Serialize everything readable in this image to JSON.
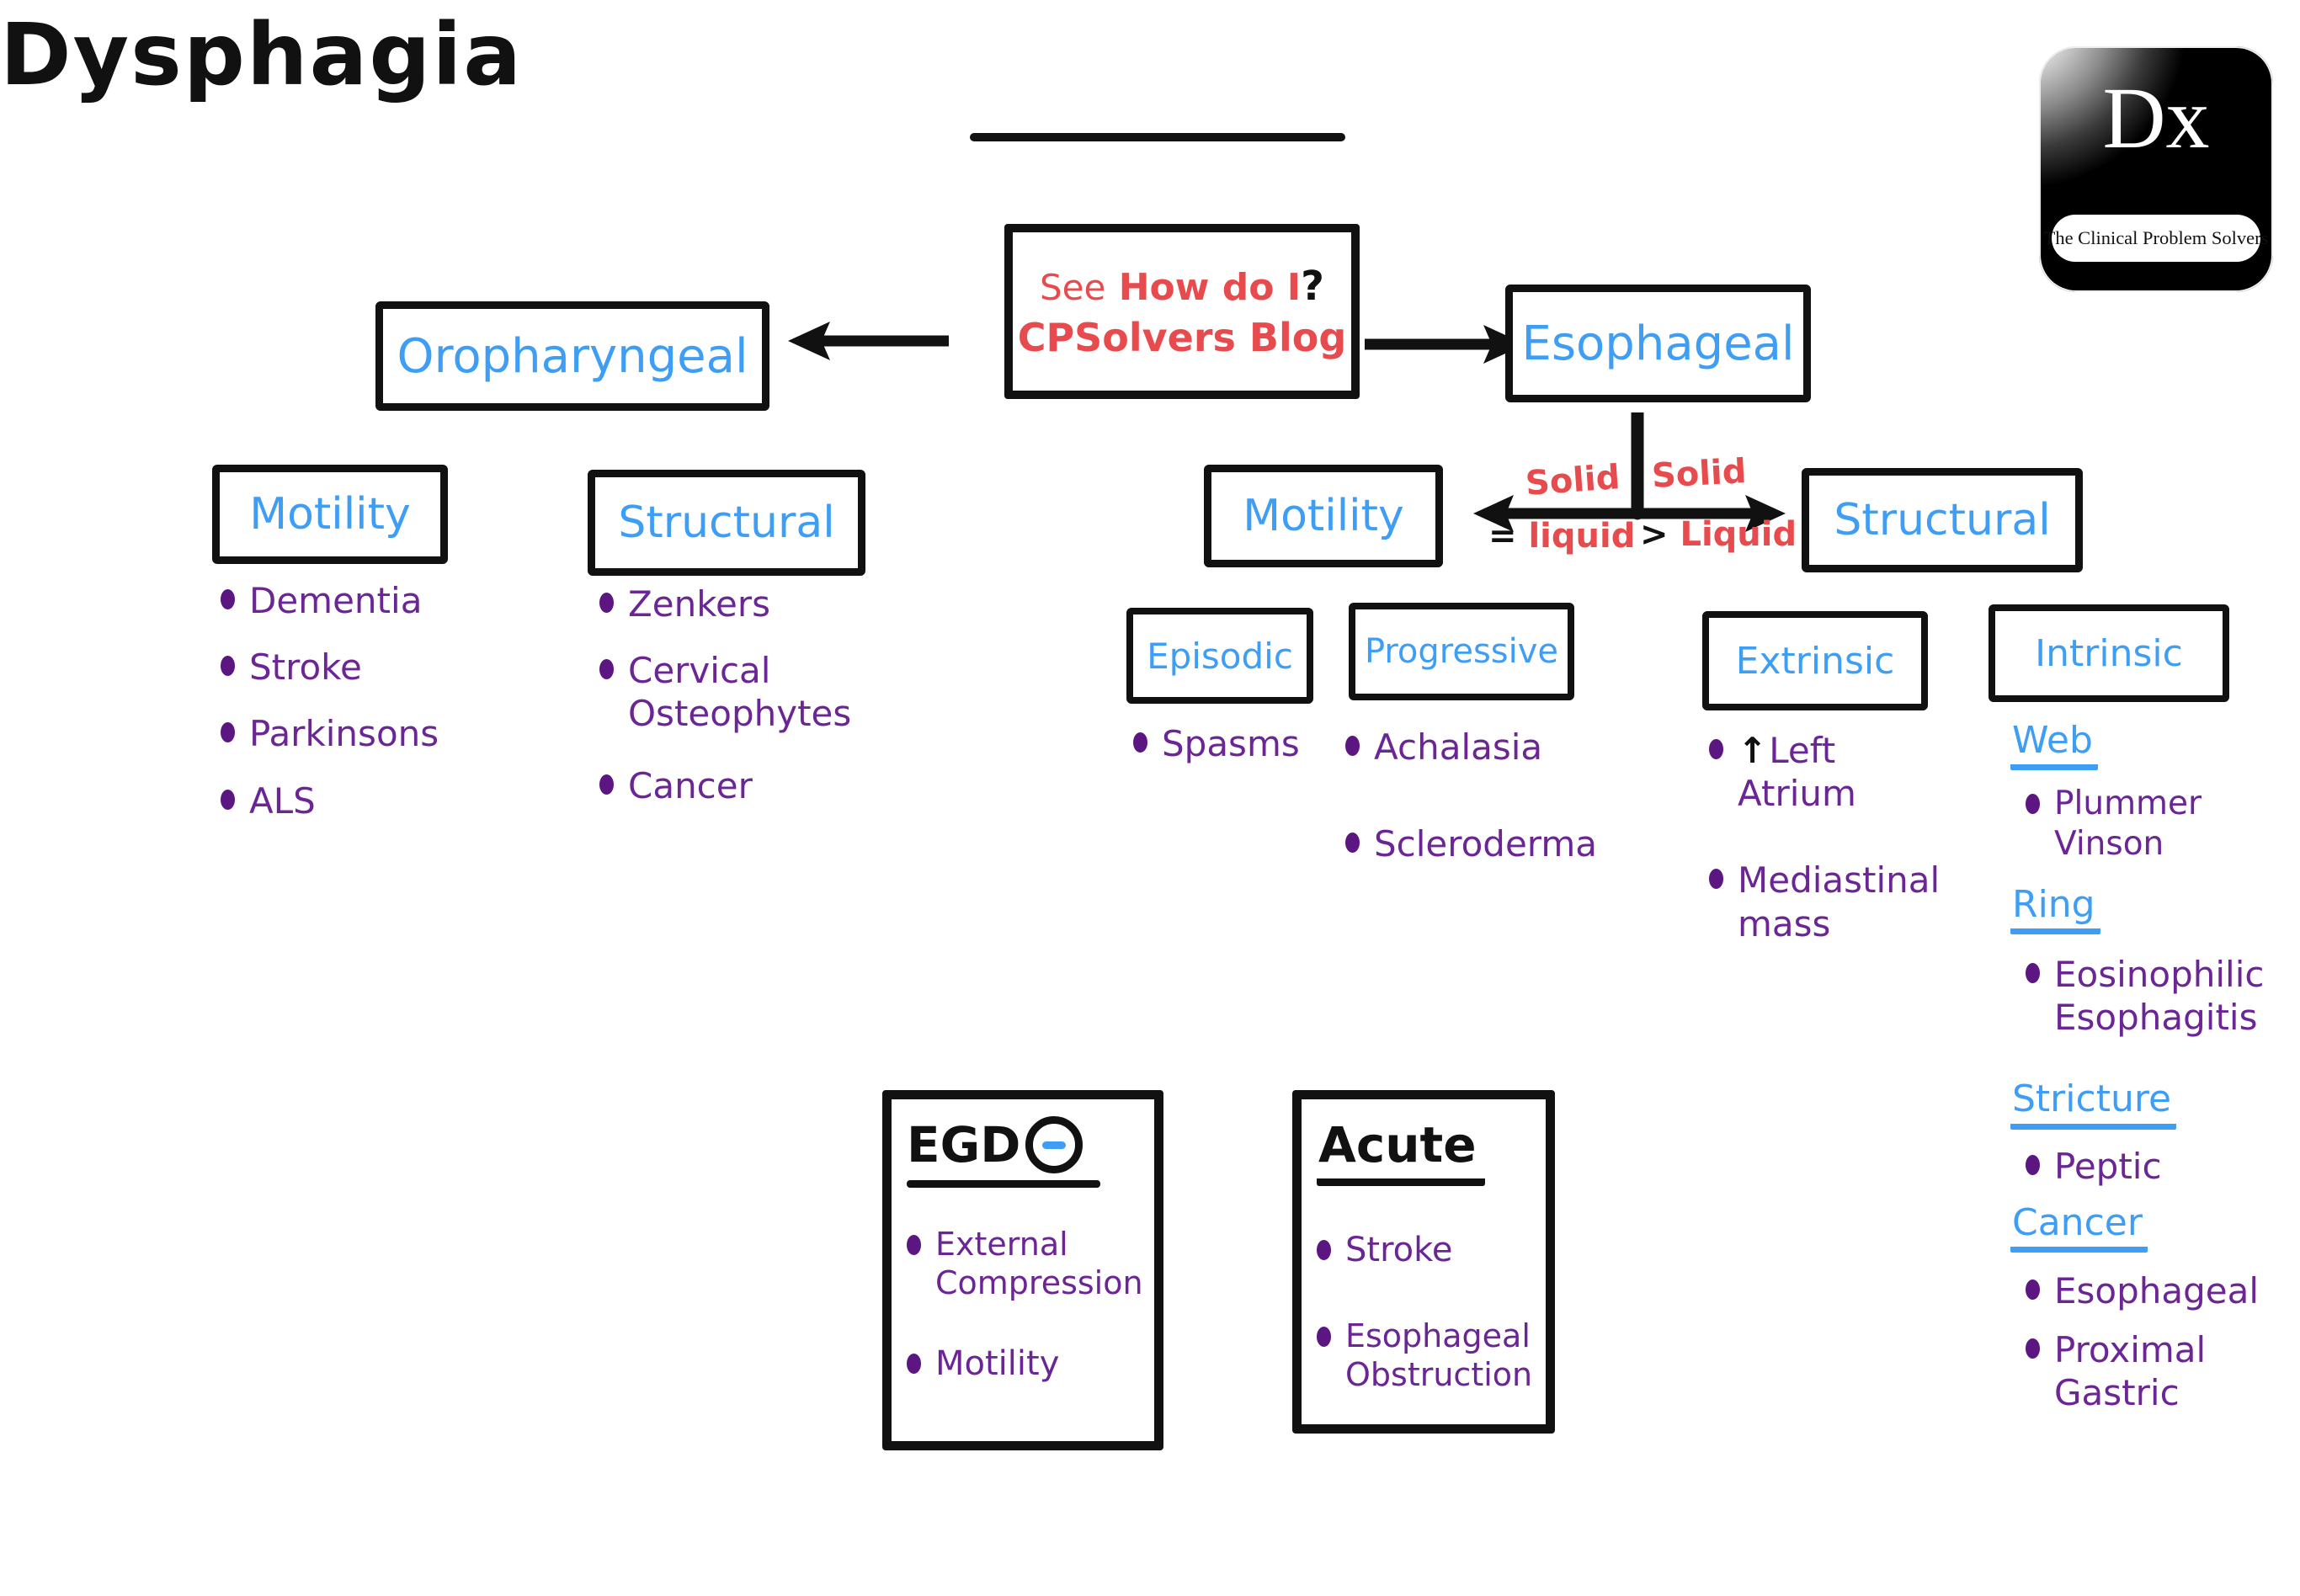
{
  "title": "Dysphagia",
  "logo": {
    "text": "Dx",
    "subtitle": "The Clinical Problem Solvers"
  },
  "center_note": {
    "see": "See",
    "bold": "How do I",
    "question": "?",
    "line2": "CPSolvers Blog"
  },
  "left_branch": {
    "title": "Oropharyngeal",
    "motility": {
      "title": "Motility",
      "items": [
        "Dementia",
        "Stroke",
        "Parkinsons",
        "ALS"
      ]
    },
    "structural": {
      "title": "Structural",
      "items": [
        "Zenkers",
        "Cervical Osteophytes",
        "Cancer"
      ]
    }
  },
  "right_branch": {
    "title": "Esophageal",
    "split": {
      "left_top": "Solid",
      "left_op": "=",
      "left_bottom": "liquid",
      "right_top": "Solid",
      "right_op": ">",
      "right_bottom": "Liquid"
    },
    "motility": {
      "title": "Motility",
      "episodic": {
        "title": "Episodic",
        "items": [
          "Spasms"
        ]
      },
      "progressive": {
        "title": "Progressive",
        "items": [
          "Achalasia",
          "Scleroderma"
        ]
      }
    },
    "structural": {
      "title": "Structural",
      "extrinsic": {
        "title": "Extrinsic",
        "up_arrow": "↑",
        "items": [
          "Left Atrium",
          "Mediastinal mass"
        ]
      },
      "intrinsic": {
        "title": "Intrinsic",
        "groups": [
          {
            "label": "Web",
            "items": [
              "Plummer Vinson"
            ]
          },
          {
            "label": "Ring",
            "items": [
              "Eosinophilic Esophagitis"
            ]
          },
          {
            "label": "Stricture",
            "items": [
              "Peptic"
            ]
          },
          {
            "label": "Cancer",
            "items": [
              "Esophageal",
              "Proximal Gastric"
            ]
          }
        ]
      }
    }
  },
  "egd": {
    "title": "EGD",
    "items": [
      "External Compression",
      "Motility"
    ]
  },
  "acute": {
    "title": "Acute",
    "items": [
      "Stroke",
      "Esophageal Obstruction"
    ]
  },
  "colors": {
    "blue": "#3E9EF5",
    "red": "#E84B4D",
    "purple": "#6B2594",
    "black": "#111111"
  }
}
